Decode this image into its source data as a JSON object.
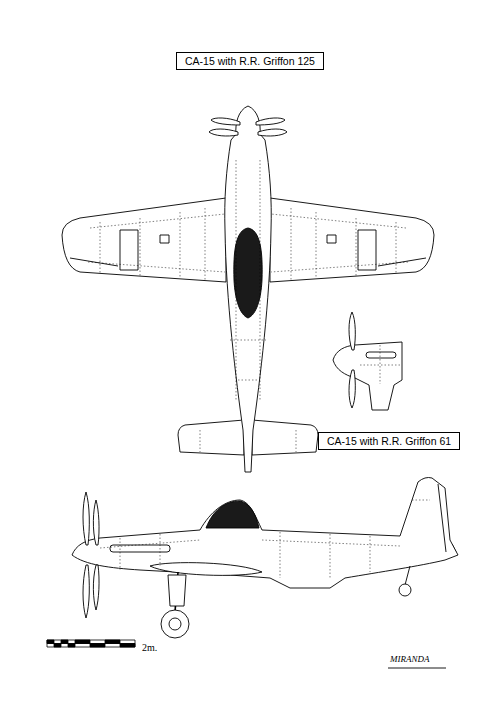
{
  "diagram": {
    "nodes": [
      {
        "text": [
          "CA-15 with R.R. Griffon 125"
        ]
      },
      {
        "text": [
          "CA-15 with R.R. Griffon 61"
        ]
      }
    ],
    "labels": [
      "2m.",
      "MIRANDA"
    ]
  }
}
